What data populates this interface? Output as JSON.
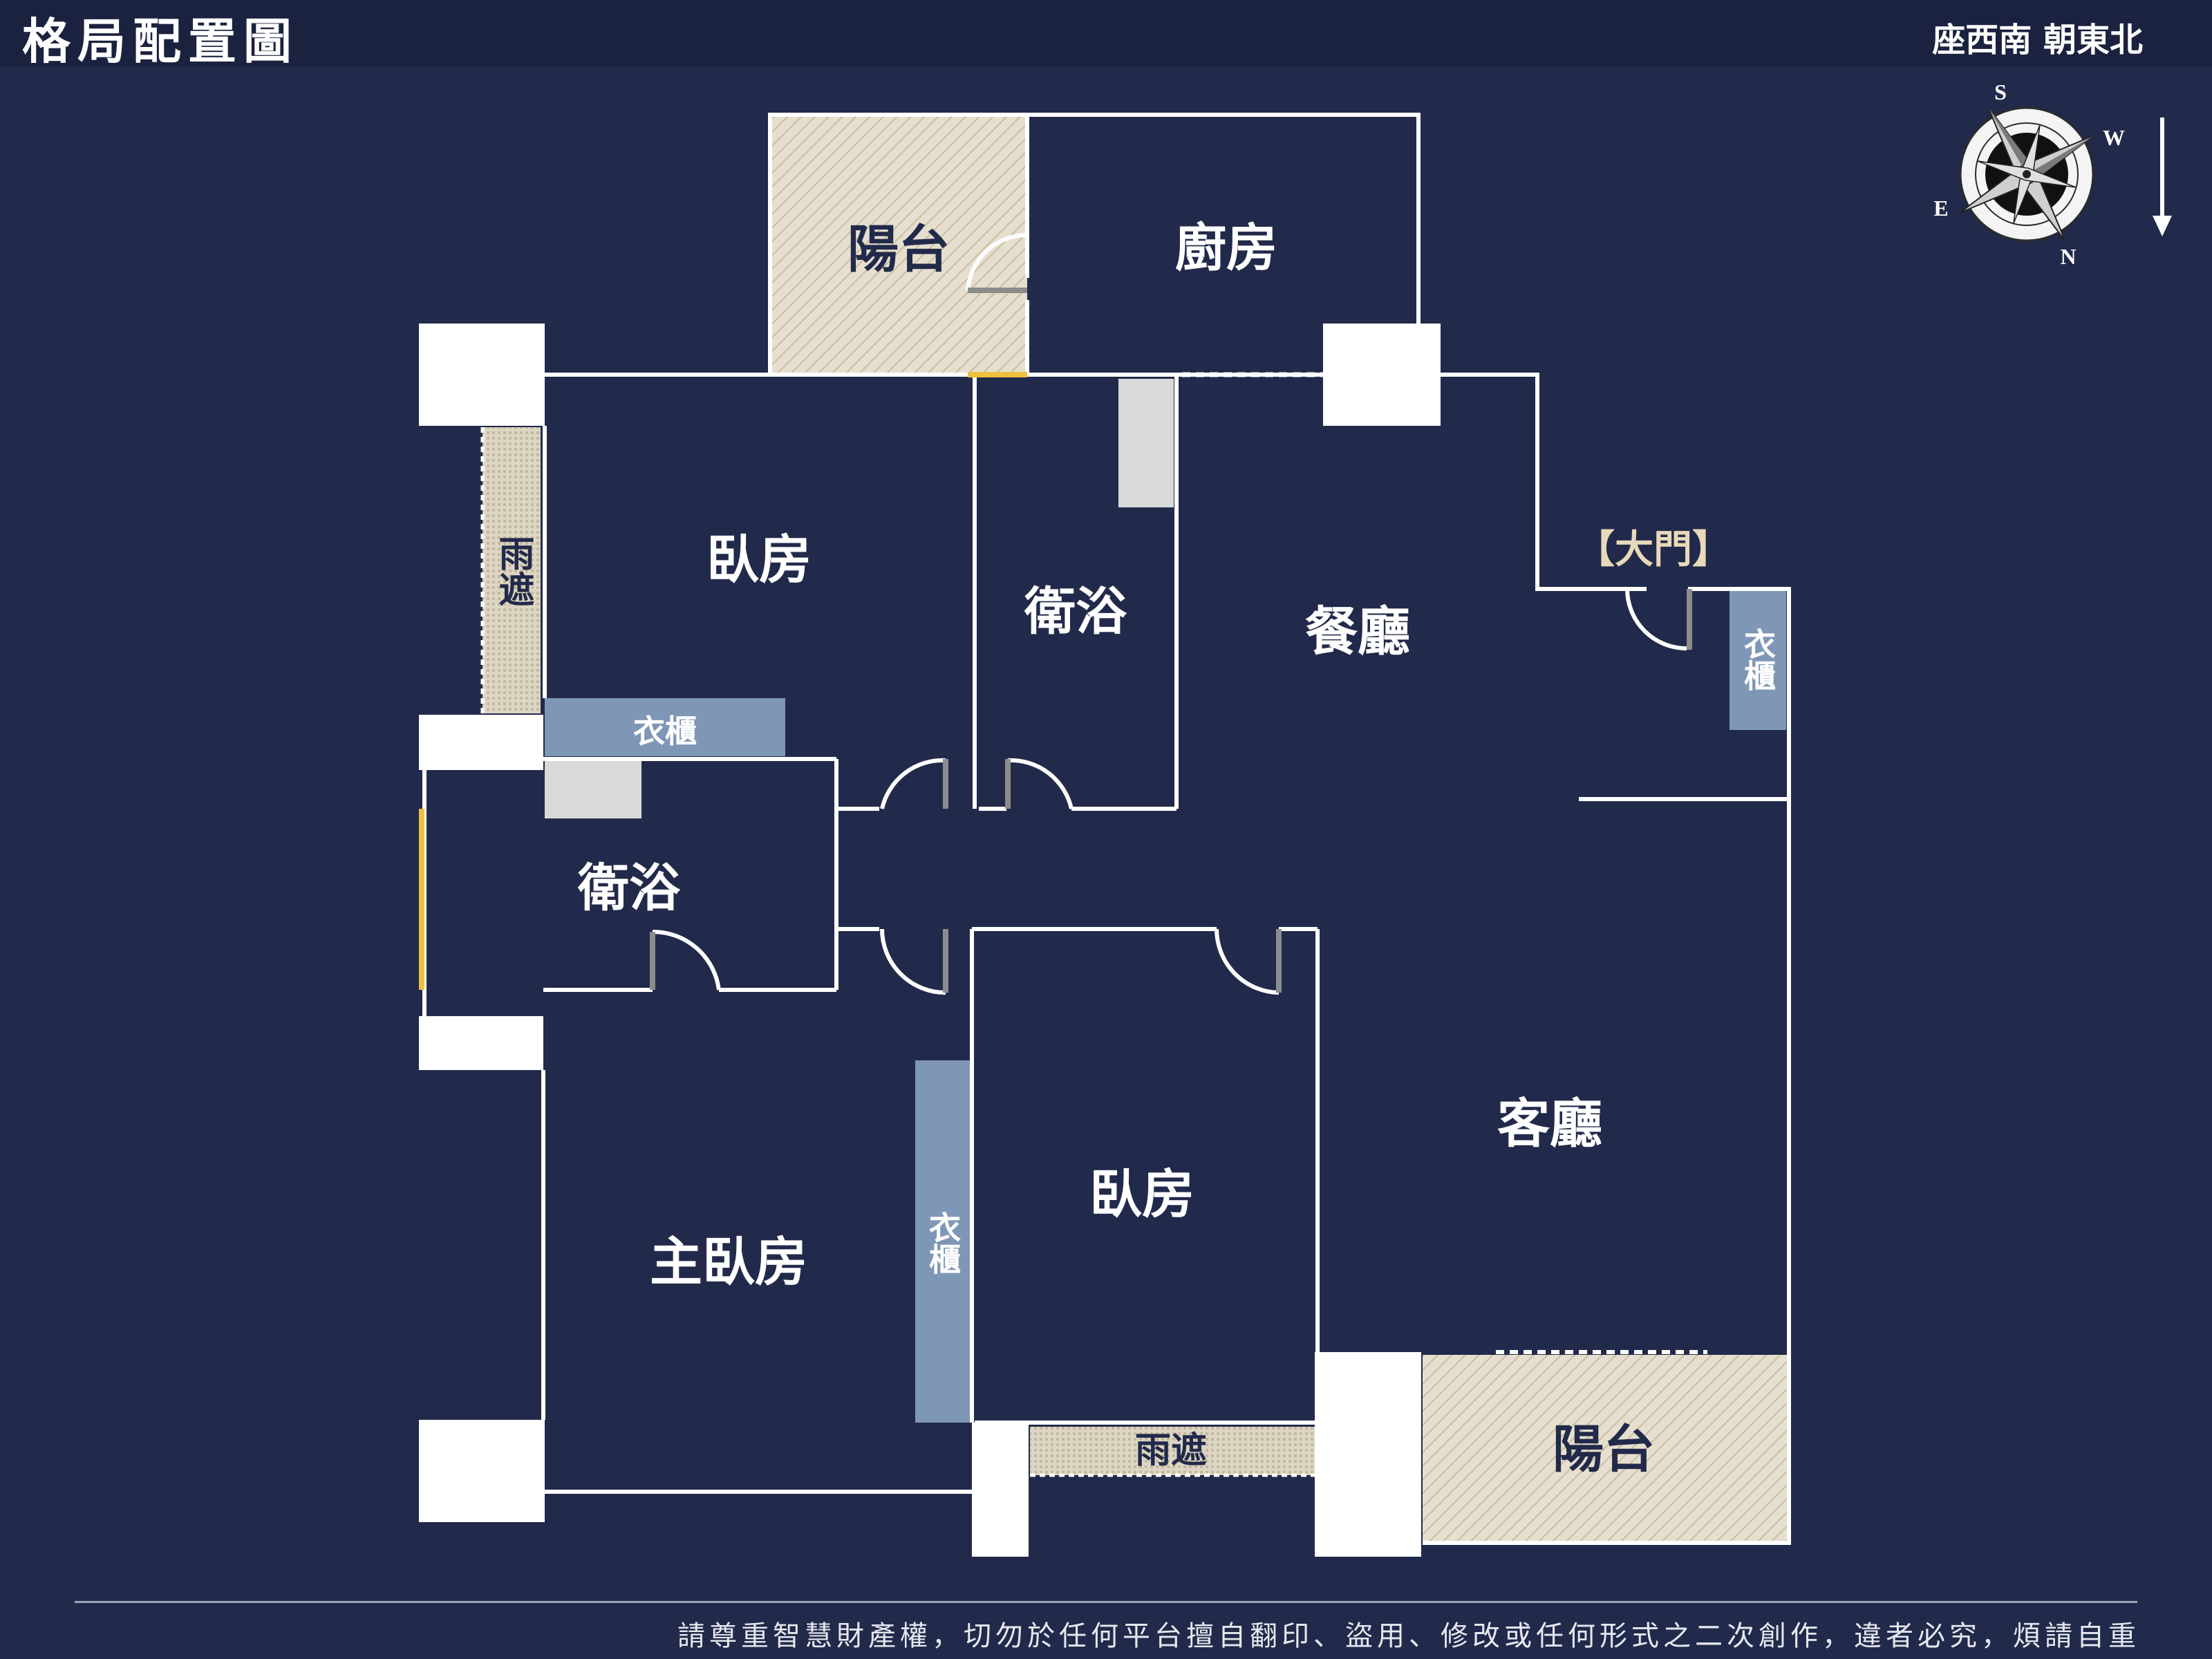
{
  "header": {
    "title": "格局配置圖",
    "orientation": "座西南 朝東北"
  },
  "compass": {
    "letters": [
      "S",
      "W",
      "N",
      "E"
    ],
    "arrow": "down-arrow-icon"
  },
  "rooms": {
    "balcony_top": "陽台",
    "kitchen": "廚房",
    "bedroom_upper": "臥房",
    "bath_upper": "衛浴",
    "dining": "餐廳",
    "main_door": "【大門】",
    "canopy_left": "雨遮",
    "wardrobe_upper": "衣櫃",
    "wardrobe_entry": "衣櫃",
    "bath_left": "衛浴",
    "master_bedroom": "主臥房",
    "wardrobe_master": "衣櫃",
    "bedroom_lower": "臥房",
    "living": "客廳",
    "canopy_bottom": "雨遮",
    "balcony_bottom": "陽台"
  },
  "colors": {
    "background": "#222a4b",
    "wall": "#ffffff",
    "balcony": "#e3dccb",
    "wardrobe": "#7f97b6",
    "fixture": "#d9d9d9",
    "door_label": "#e8d9bb",
    "door_accent": "#f0c040"
  },
  "footer": {
    "notice": "請尊重智慧財產權，切勿於任何平台擅自翻印、盜用、修改或任何形式之二次創作，違者必究，煩請自重"
  }
}
